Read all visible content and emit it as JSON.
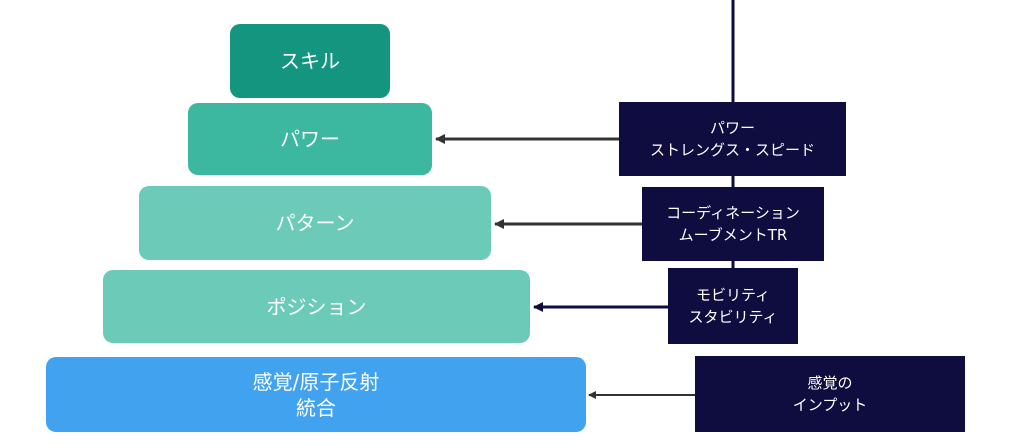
{
  "pyramid": {
    "tiers": [
      {
        "id": "skill",
        "label": "スキル"
      },
      {
        "id": "power",
        "label": "パワー"
      },
      {
        "id": "pattern",
        "label": "パターン"
      },
      {
        "id": "position",
        "label": "ポジション"
      },
      {
        "id": "sensory",
        "label": "感覚/原子反射\n統合"
      }
    ]
  },
  "training": {
    "items": [
      {
        "id": "power",
        "label": "パワー\nストレングス・スピード"
      },
      {
        "id": "coord",
        "label": "コーディネーション\nムーブメントTR"
      },
      {
        "id": "mobility",
        "label": "モビリティ\nスタビリティ"
      },
      {
        "id": "sensory",
        "label": "感覚の\nインプット"
      }
    ]
  },
  "colors": {
    "skill": "#14957f",
    "power": "#3cb8a0",
    "pattern": "#6ccbb8",
    "position": "#6ccbb8",
    "sensory": "#41a3ef",
    "label_box": "#0f0c3f",
    "arrow": "#333333",
    "vertical_line": "#0f0c3f"
  }
}
